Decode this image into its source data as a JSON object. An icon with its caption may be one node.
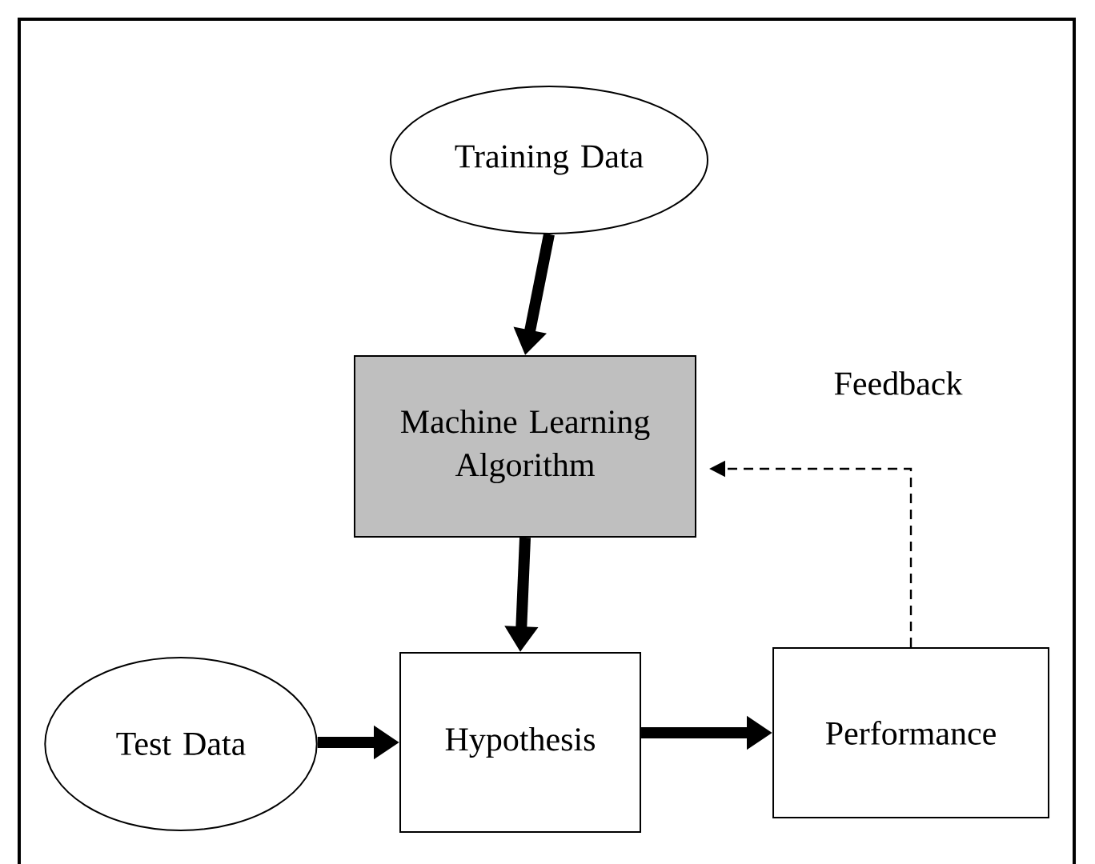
{
  "diagram": {
    "nodes": [
      {
        "text": [
          "Training Data"
        ]
      },
      {
        "text": [
          "Machine Learning Algorithm"
        ]
      },
      {
        "text": [
          "Test Data"
        ]
      },
      {
        "text": [
          "Hypothesis"
        ]
      },
      {
        "text": [
          "Performance"
        ]
      }
    ],
    "edges": [
      {
        "from": 0,
        "to": 1,
        "arrow": "to"
      },
      {
        "from": 1,
        "to": 3,
        "arrow": "to"
      },
      {
        "from": 2,
        "to": 3,
        "arrow": "to"
      },
      {
        "from": 3,
        "to": 4,
        "arrow": "to"
      },
      {
        "from": 4,
        "to": 1,
        "arrow": "to",
        "style": "dashed",
        "label": "Feedback"
      }
    ]
  }
}
